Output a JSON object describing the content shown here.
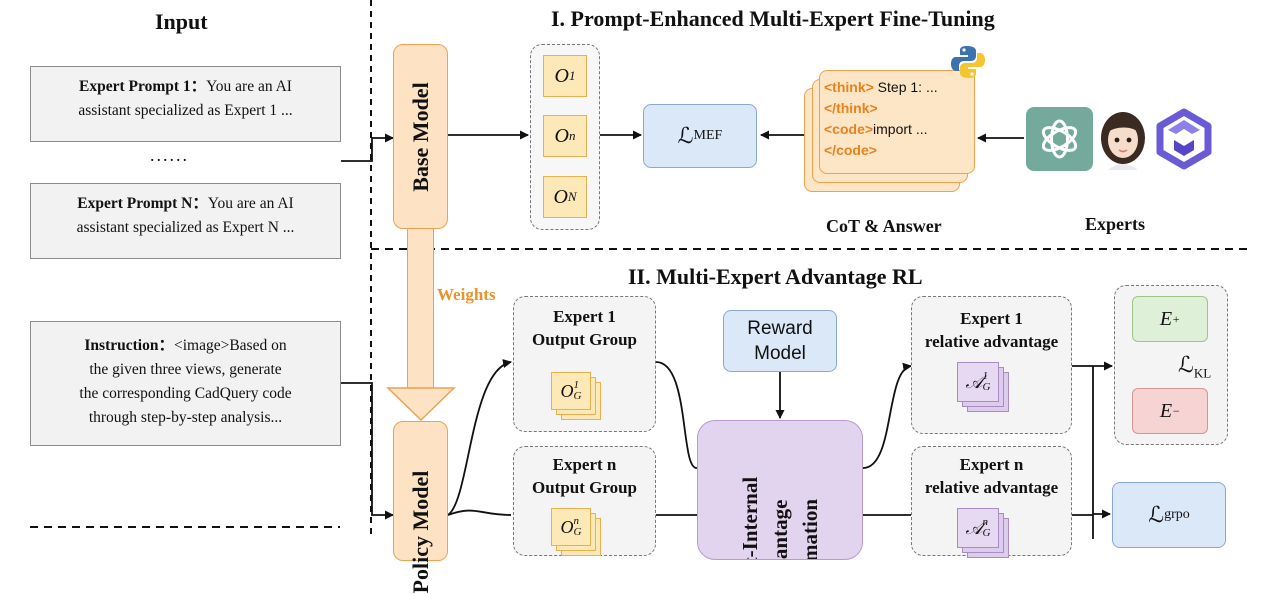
{
  "input": {
    "title": "Input",
    "prompt1_label": "Expert Prompt 1：",
    "prompt1_text_a": "You are an AI",
    "prompt1_text_b": "assistant specialized as Expert 1 ...",
    "dots": "......",
    "promptN_label": "Expert Prompt N：",
    "promptN_text_a": "You are an AI",
    "promptN_text_b": "assistant specialized as Expert N ...",
    "instruction_label": "Instruction：",
    "instruction_l1": "<image>Based on",
    "instruction_l2": "the given three views,  generate",
    "instruction_l3": "the corresponding CadQuery code",
    "instruction_l4": "through step-by-step analysis..."
  },
  "stage1": {
    "title": "I. Prompt-Enhanced Multi-Expert Fine-Tuning",
    "base_model": "Base Model",
    "outputs": [
      {
        "base": "O",
        "sup": "1"
      },
      {
        "base": "O",
        "sup": "n"
      },
      {
        "base": "O",
        "sup": "N"
      }
    ],
    "loss": {
      "base": "ℒ",
      "sub": "MEF"
    },
    "code": {
      "think_open": "<think>",
      "think_text": " Step 1: ...",
      "think_close": "</think>",
      "code_open": "<code>",
      "code_text": "import ...",
      "code_close": "</code>"
    },
    "cot_label": "CoT & Answer",
    "experts_label": "Experts"
  },
  "stage2": {
    "title": "II. Multi-Expert Advantage RL",
    "weights": "Weights",
    "policy_model": "Policy Model",
    "group1_l1": "Expert 1",
    "group1_l2": "Output Group",
    "group1_sym": {
      "base": "O",
      "sup": "1",
      "sub": "G"
    },
    "groupn_l1": "Expert n",
    "groupn_l2": "Output Group",
    "groupn_sym": {
      "base": "O",
      "sup": "n",
      "sub": "G"
    },
    "reward_l1": "Reward",
    "reward_l2": "Model",
    "estimation_l1": "Estimation",
    "estimation_l2": "Advantage",
    "estimation_l3": "Expert-Internal",
    "adv1_l1": "Expert 1",
    "adv1_l2": "relative advantage",
    "adv1_sym": {
      "base": "𝒜",
      "sup": "1",
      "sub": "G"
    },
    "advn_l1": "Expert n",
    "advn_l2": "relative advantage",
    "advn_sym": {
      "base": "𝒜",
      "sup": "n",
      "sub": "G"
    },
    "e_plus": {
      "base": "E",
      "sup": "+"
    },
    "e_minus": {
      "base": "E",
      "sup": "−"
    },
    "kl": {
      "base": "ℒ",
      "sub": "KL"
    },
    "grpo": {
      "base": "ℒ",
      "sub": "grpo"
    }
  },
  "colors": {
    "orange_fill": "#fde3c3",
    "orange_border": "#f0a050",
    "weights_text": "#e8932e",
    "blue_fill": "#dbe8f8",
    "purple_fill": "#e2d3ef",
    "green_fill": "#dff0d8",
    "red_fill": "#f6d4d4"
  },
  "icons": [
    "python-icon",
    "openai-icon",
    "avatar-icon",
    "qwen-icon"
  ]
}
